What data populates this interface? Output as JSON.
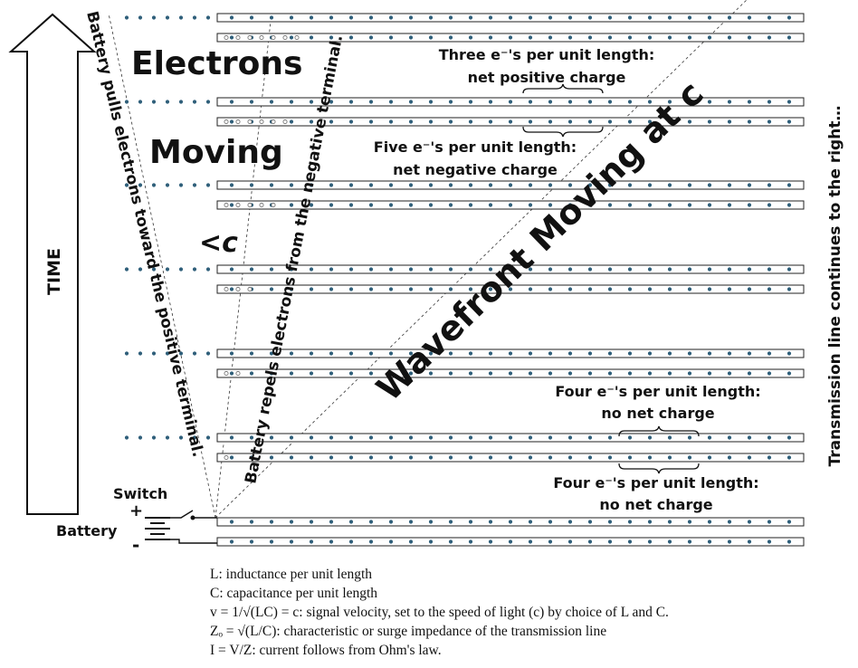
{
  "time_label": "TIME",
  "electrons_label": "Electrons",
  "moving_label": "Moving",
  "lt_c_label": "<c",
  "battery_pulls_label": "Battery pulls electrons toward the positive terminal.",
  "battery_repels_label": "Battery repels electrons from the negative terminal.",
  "wavefront_label": "Wavefront Moving at c",
  "continues_label": "Transmission line continues to the right…",
  "switch_label": "Switch",
  "battery_label": "Battery",
  "plus_label": "+",
  "minus_label": "-",
  "annotations": {
    "three": [
      "Three e⁻'s per unit length:",
      "net positive charge"
    ],
    "five": [
      "Five e⁻'s per unit length:",
      "net negative charge"
    ],
    "four_top": [
      "Four e⁻'s per unit length:",
      "no net charge"
    ],
    "four_bottom": [
      "Four e⁻'s per unit length:",
      "no net charge"
    ]
  },
  "legend": [
    "L: inductance per unit length",
    "C: capacitance per unit length",
    "v = 1/√(LC) = c: signal velocity, set to the speed of light (c) by choice of L and C.",
    "Zₒ = √(L/C): characteristic or surge impedance of the transmission line",
    "I = V/Z: current follows from Ohm's law."
  ],
  "colors": {
    "electron": "#2f5f7a",
    "hole": "#ffffff",
    "wire": "#222222"
  }
}
